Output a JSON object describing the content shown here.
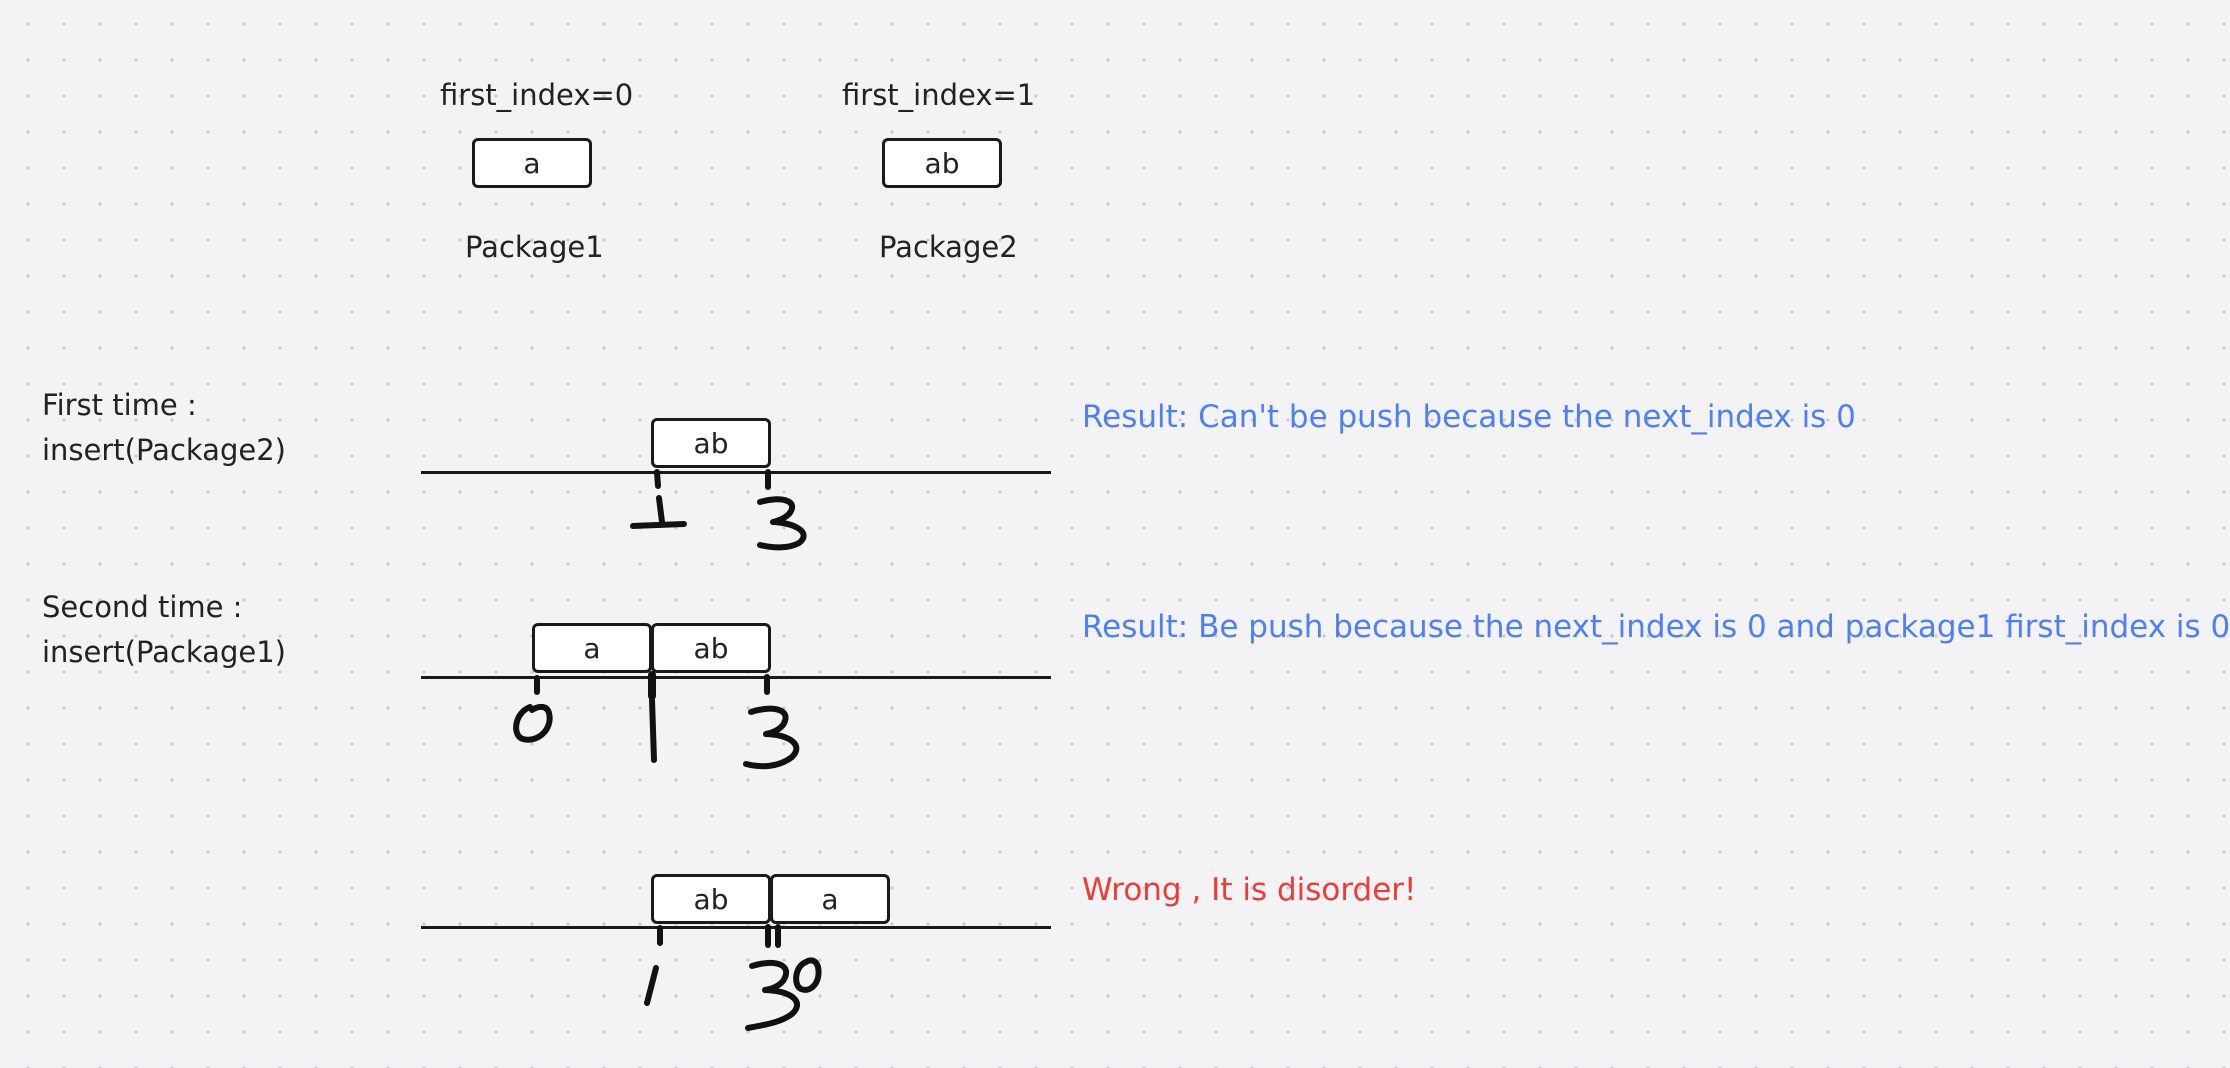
{
  "packages": [
    {
      "id": "package1",
      "header": "first_index=0",
      "content": "a",
      "name": "Package1"
    },
    {
      "id": "package2",
      "header": "first_index=1",
      "content": "ab",
      "name": "Package2"
    }
  ],
  "steps": [
    {
      "title": "First time :",
      "action": "insert(Package2)",
      "boxes": [
        "ab"
      ],
      "tick_labels": [
        "1",
        "3"
      ],
      "result": "Result: Can't be push because the next_index is 0",
      "result_color": "#4f7ff5"
    },
    {
      "title": "Second time :",
      "action": "insert(Package1)",
      "boxes": [
        "a",
        "ab"
      ],
      "tick_labels": [
        "0",
        "1",
        "3"
      ],
      "result": "Result: Be push because the next_index is 0 and package1 first_index is 0",
      "result_color": "#4f7ff5"
    },
    {
      "boxes": [
        "ab",
        "a"
      ],
      "tick_labels": [
        "1",
        "3",
        "0"
      ],
      "result": "Wrong , It is disorder!",
      "result_color": "#ee3b35"
    }
  ]
}
